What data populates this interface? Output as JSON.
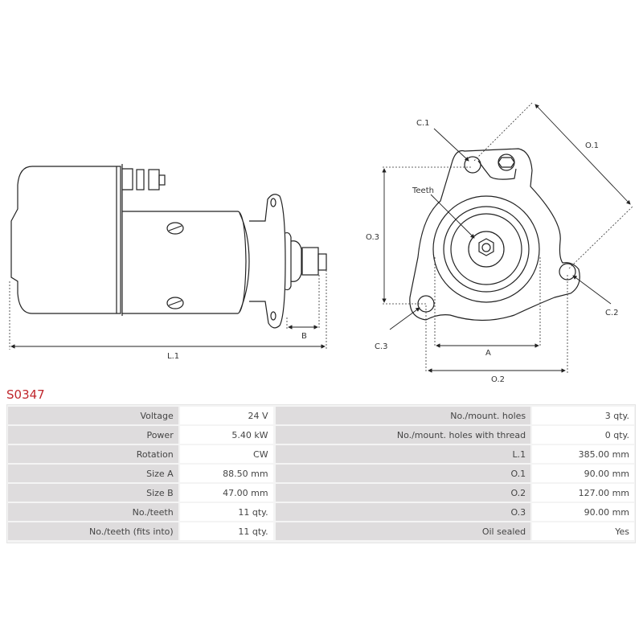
{
  "product_code": "S0347",
  "drawing_labels": {
    "L1": "L.1",
    "B": "B",
    "C1": "C.1",
    "C2": "C.2",
    "C3": "C.3",
    "teeth": "Teeth",
    "O1": "O.1",
    "O2": "O.2",
    "O3": "O.3",
    "A": "A"
  },
  "specs_left": [
    {
      "label": "Voltage",
      "value": "24 V"
    },
    {
      "label": "Power",
      "value": "5.40 kW"
    },
    {
      "label": "Rotation",
      "value": "CW"
    },
    {
      "label": "Size A",
      "value": "88.50 mm"
    },
    {
      "label": "Size B",
      "value": "47.00 mm"
    },
    {
      "label": "No./teeth",
      "value": "11 qty."
    },
    {
      "label": "No./teeth (fits into)",
      "value": "11 qty."
    }
  ],
  "specs_right": [
    {
      "label": "No./mount. holes",
      "value": "3 qty."
    },
    {
      "label": "No./mount. holes with thread",
      "value": "0 qty."
    },
    {
      "label": "L.1",
      "value": "385.00 mm"
    },
    {
      "label": "O.1",
      "value": "90.00 mm"
    },
    {
      "label": "O.2",
      "value": "127.00 mm"
    },
    {
      "label": "O.3",
      "value": "90.00 mm"
    },
    {
      "label": "Oil sealed",
      "value": "Yes"
    }
  ],
  "colors": {
    "code": "#c0272d",
    "label_bg": "#dedcdd",
    "value_bg": "#ffffff"
  }
}
